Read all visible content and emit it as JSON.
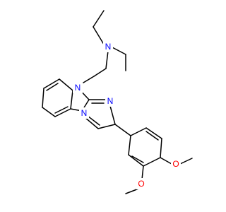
{
  "molecule": {
    "atoms": [
      {
        "id": "n-amine",
        "label": "N",
        "color": "#0000ff"
      },
      {
        "id": "n-ring9",
        "label": "N",
        "color": "#0000ff"
      },
      {
        "id": "n-ring-right",
        "label": "N",
        "color": "#0000ff"
      },
      {
        "id": "n-ring-bottom",
        "label": "N",
        "color": "#0000ff"
      },
      {
        "id": "o-left",
        "label": "O",
        "color": "#ff0000"
      },
      {
        "id": "o-right",
        "label": "O",
        "color": "#ff0000"
      }
    ],
    "bond_color": "#000000"
  }
}
